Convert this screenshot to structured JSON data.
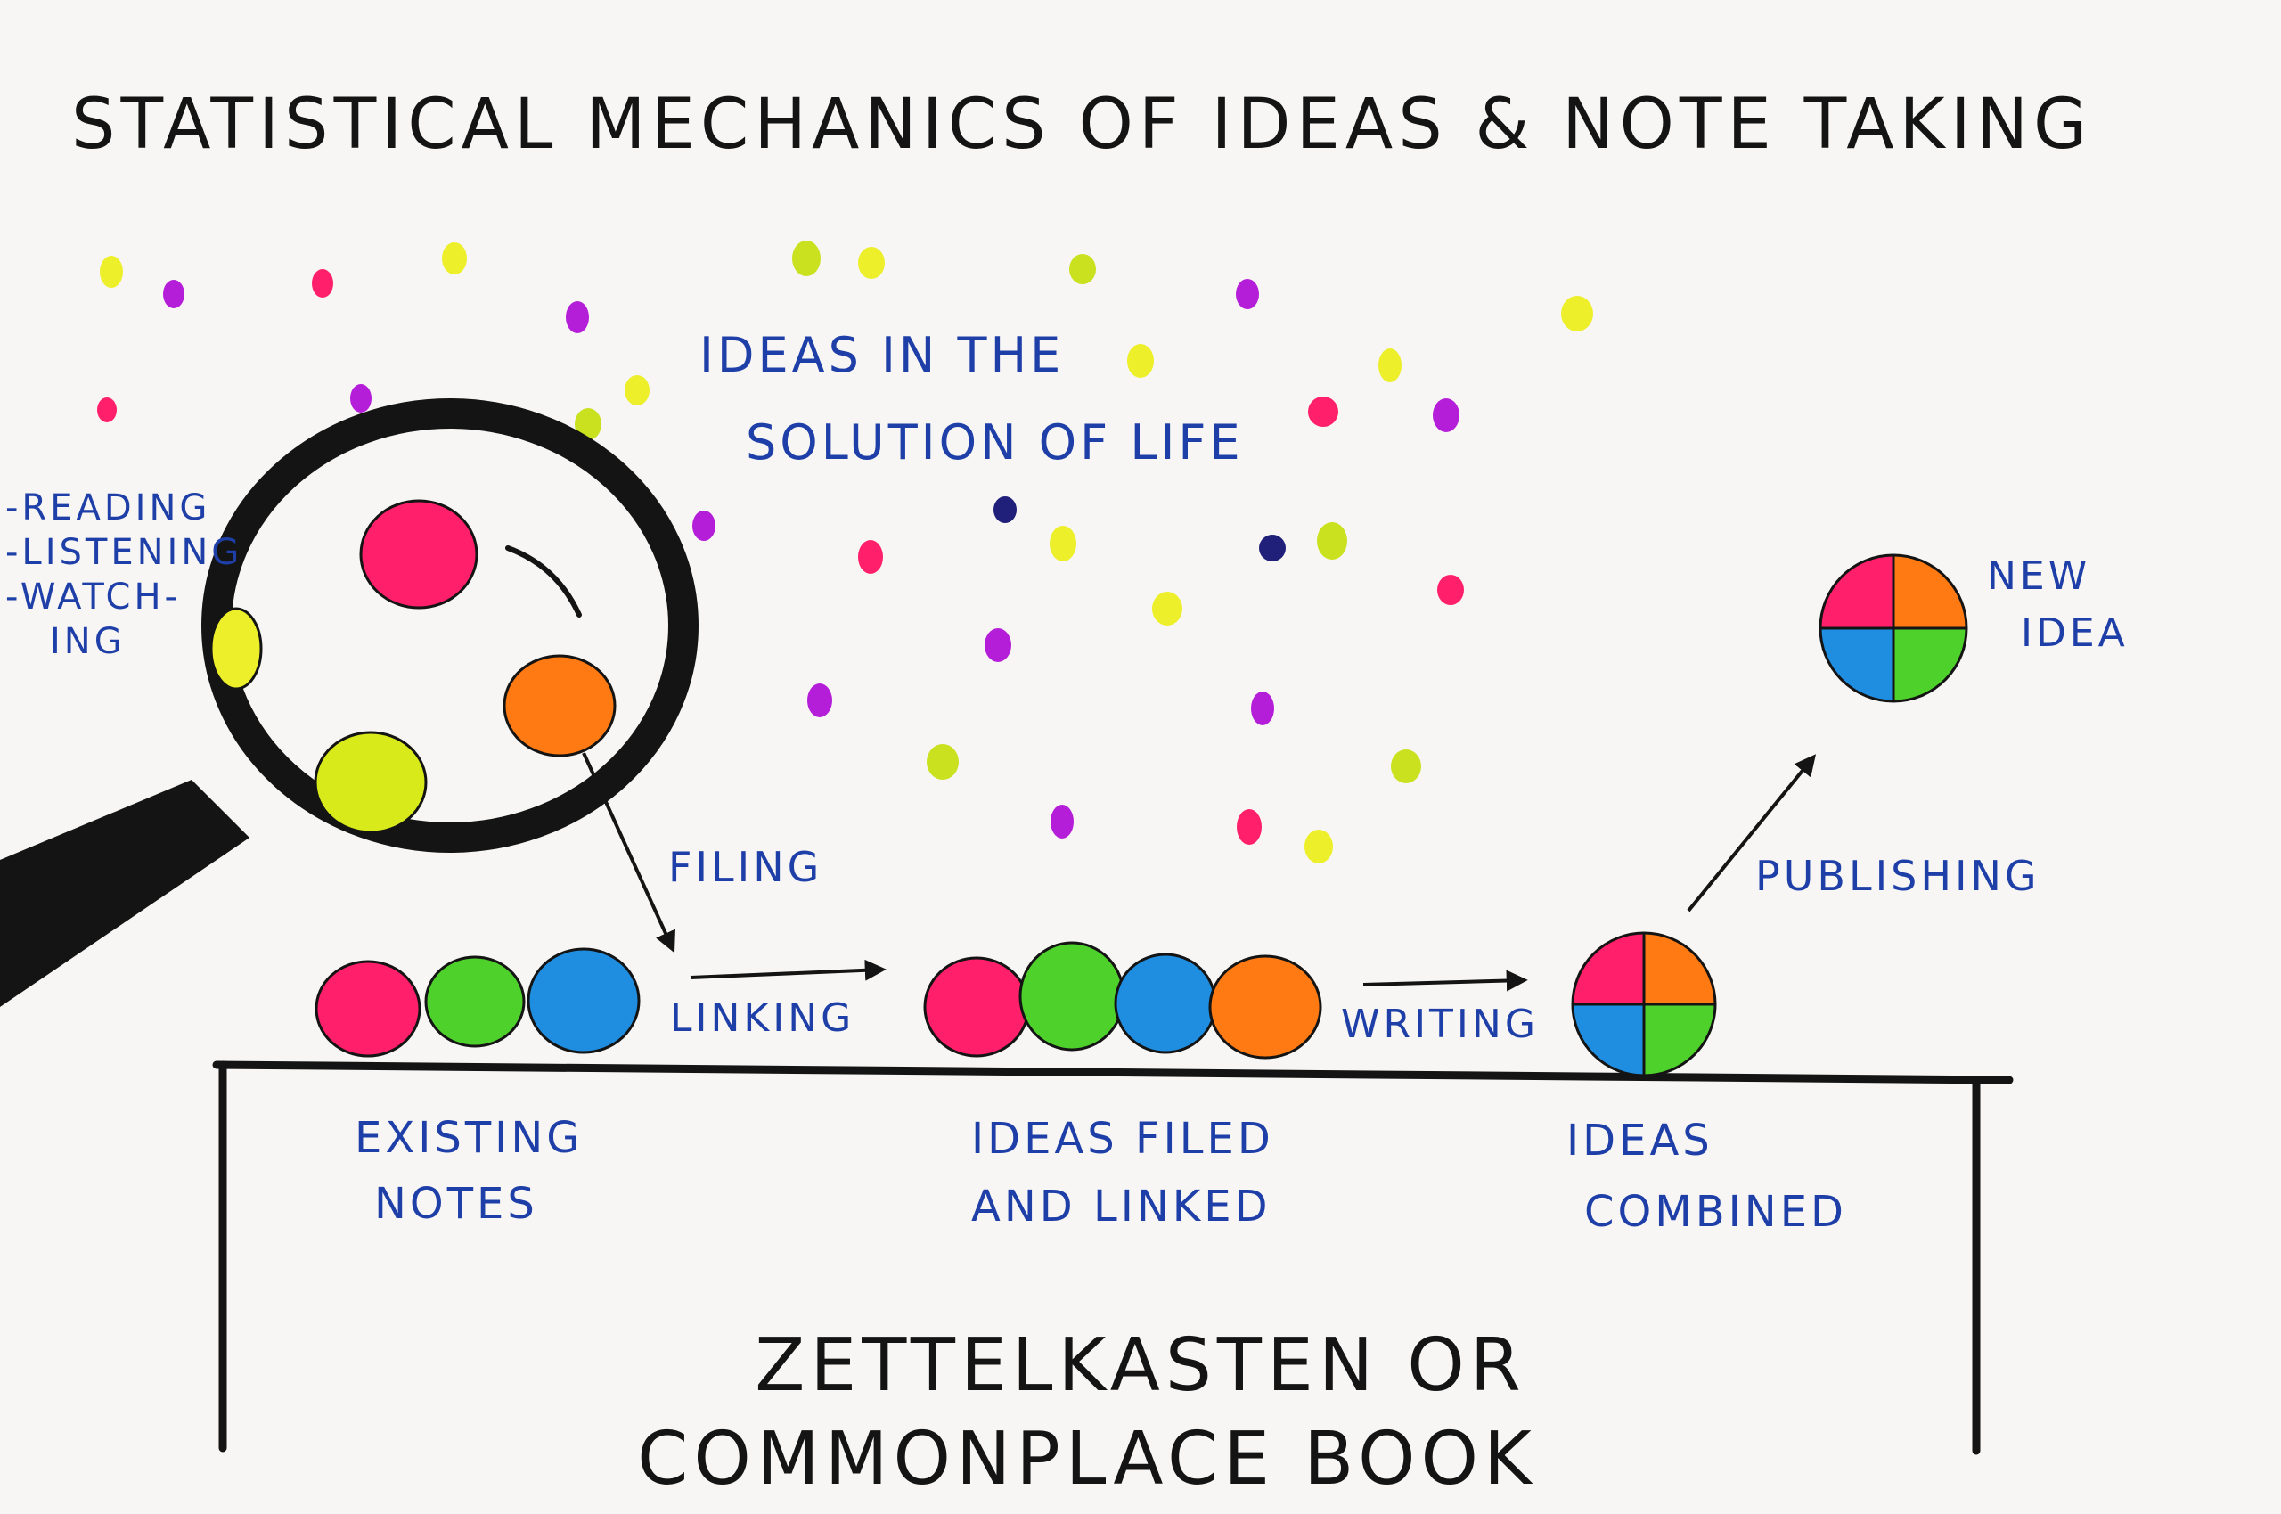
{
  "title": "STATISTICAL MECHANICS OF IDEAS & NOTE TAKING",
  "labels": {
    "ideas_solution_line1": "IDEAS IN THE",
    "ideas_solution_line2": "SOLUTION OF LIFE",
    "reading": "-READING",
    "listening": "-LISTENING",
    "watching_line1": "-WATCH-",
    "watching_line2": "ING",
    "new_idea_line1": "NEW",
    "new_idea_line2": "IDEA",
    "filing": "FILING",
    "linking": "LINKING",
    "writing": "WRITING",
    "publishing": "PUBLISHING",
    "existing_notes_line1": "EXISTING",
    "existing_notes_line2": "NOTES",
    "ideas_filed_line1": "IDEAS FILED",
    "ideas_filed_line2": "AND LINKED",
    "ideas_combined_line1": "IDEAS",
    "ideas_combined_line2": "COMBINED"
  },
  "footer": {
    "line1": "ZETTELKASTEN OR",
    "line2": "COMMONPLACE BOOK"
  },
  "colors": {
    "pink": "#ff1f6b",
    "orange": "#ff7a12",
    "lime": "#d8ea1a",
    "green": "#4fd12c",
    "blue": "#1f8de0",
    "yellow": "#ecef2a",
    "magenta": "#b51ed8",
    "navy": "#20207a",
    "ink_blue": "#1f3fa8",
    "ink_black": "#141414"
  }
}
